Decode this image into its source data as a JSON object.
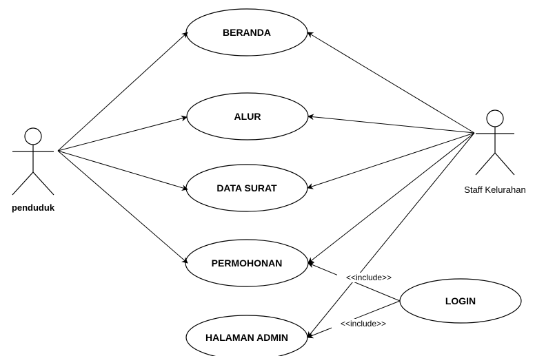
{
  "actors": {
    "penduduk": "penduduk",
    "staff": "Staff Kelurahan"
  },
  "use_cases": {
    "beranda": "BERANDA",
    "alur": "ALUR",
    "data_surat": "DATA SURAT",
    "permohonan": "PERMOHONAN",
    "halaman_admin": "HALAMAN ADMIN",
    "login": "LOGIN"
  },
  "relations": {
    "include_1": "<<include>>",
    "include_2": "<<include>>"
  },
  "colors": {
    "stroke": "#000000",
    "background": "#ffffff"
  }
}
